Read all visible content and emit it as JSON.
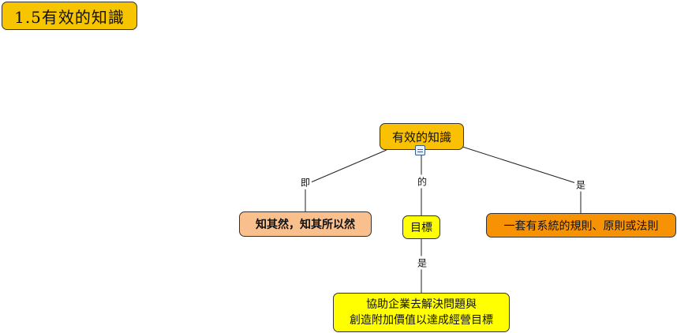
{
  "title": "1.5有效的知識",
  "nodes": {
    "root": "有效的知識",
    "left": "知其然，知其所以然",
    "middle": "目標",
    "right": "一套有系統的規則、原則或法則",
    "bottom_line1": "協助企業去解決問題與",
    "bottom_line2": "創造附加價值以達成經營目標"
  },
  "links": {
    "left": "即",
    "middle": "的",
    "right": "是",
    "bottom": "是"
  },
  "icons": {
    "root_attachment": "document-icon"
  },
  "colors": {
    "title": "#f7c400",
    "root": "#f9c004",
    "left": "#f9c08e",
    "middle": "#ffff00",
    "right": "#f79205",
    "bottom": "#ffff00"
  }
}
